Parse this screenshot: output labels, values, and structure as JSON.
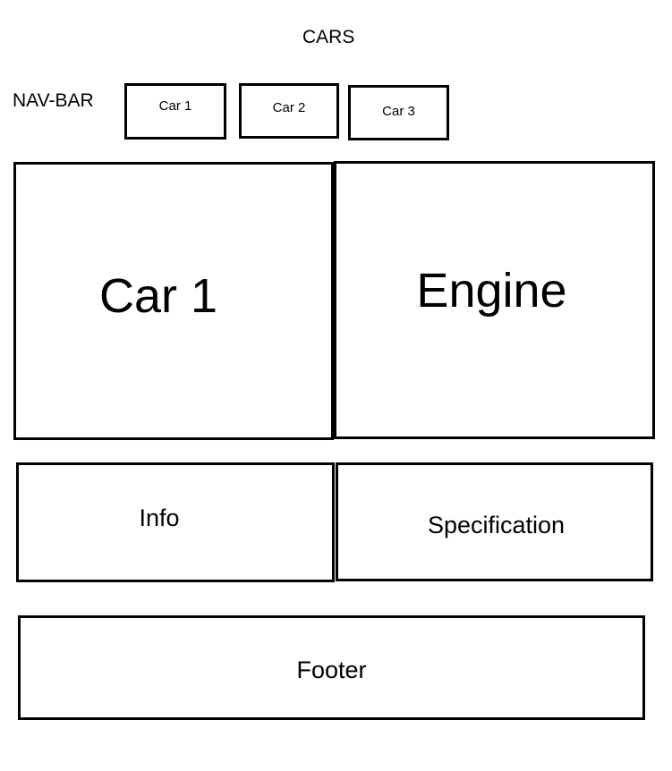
{
  "header": {
    "title": "CARS"
  },
  "navbar": {
    "label": "NAV-BAR",
    "items": [
      {
        "label": "Car 1"
      },
      {
        "label": "Car 2"
      },
      {
        "label": "Car 3"
      }
    ]
  },
  "main": {
    "car_panel": "Car 1",
    "engine_panel": "Engine"
  },
  "details": {
    "info_panel": "Info",
    "specification_panel": "Specification"
  },
  "footer": {
    "label": "Footer"
  }
}
